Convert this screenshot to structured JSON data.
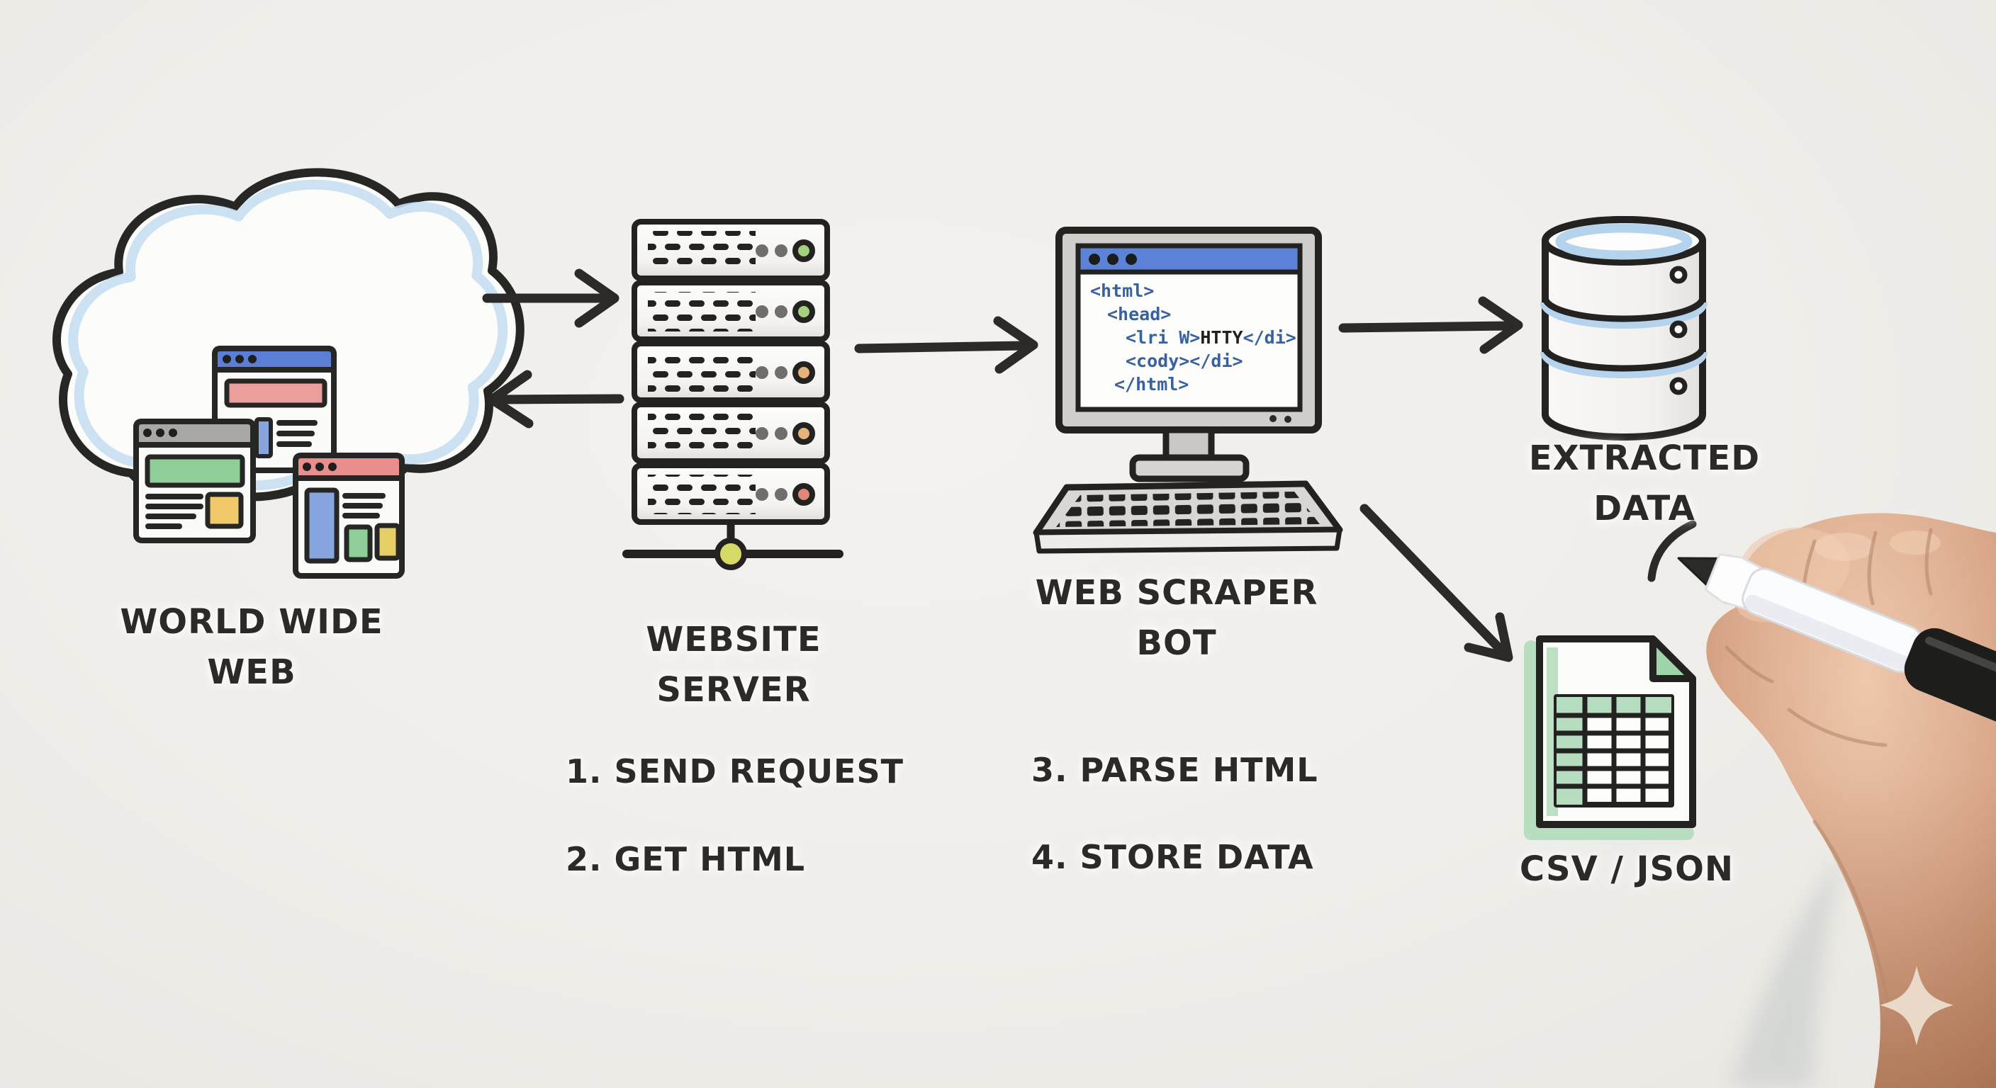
{
  "diagram_title": "Web scraping process whiteboard diagram",
  "nodes": {
    "www": {
      "label": "WORLD WIDE\nWEB"
    },
    "server": {
      "label": "WEBSITE\nSERVER"
    },
    "bot": {
      "label": "WEB SCRAPER\nBOT"
    },
    "extracted": {
      "label": "EXTRACTED\nDATA"
    },
    "file": {
      "label": "CSV / JSON"
    }
  },
  "steps": [
    {
      "label": "1. SEND REQUEST"
    },
    {
      "label": "2. GET HTML"
    },
    {
      "label": "3. PARSE HTML"
    },
    {
      "label": "4. STORE DATA"
    }
  ],
  "code": {
    "line1": "<html>",
    "line2": "<head>",
    "line3_pre": "<lri W>",
    "line3_mid": "HTTY",
    "line3_post": "</di>",
    "line4": "<cody></di>",
    "line5": "</html>"
  },
  "icons": {
    "cloud": "cloud-icon",
    "browsers": "browser-windows-icon",
    "server": "server-rack-icon",
    "monitor": "monitor-code-icon",
    "keyboard": "keyboard-icon",
    "database": "database-icon",
    "spreadsheet": "csv-file-icon",
    "hand": "hand-with-marker",
    "sparkle": "sparkle-icon"
  },
  "colors": {
    "ink": "#2b2a28",
    "board": "#f0eeea",
    "cloud_accent": "#c7def1",
    "titlebar_blue": "#5b7fd4",
    "titlebar_gray": "#a9a8a6",
    "titlebar_red": "#e88e8c",
    "banner_pink": "#eb9e9b",
    "banner_green": "#8fce96",
    "block_blue": "#88a5e0",
    "block_yellow": "#f0c96a",
    "led_green": "#a6d07c",
    "led_orange": "#e6b27c",
    "led_red": "#e08878",
    "node_yellow": "#d5d966",
    "db_blue": "#b5d3ec",
    "file_green": "#9fd3aa",
    "code_blue": "#38619f",
    "skin": "#dcab8e"
  }
}
